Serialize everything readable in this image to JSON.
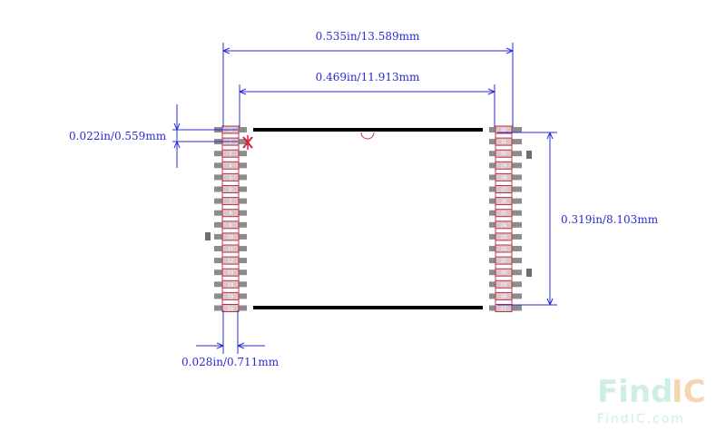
{
  "dimensions": {
    "overall_width": "0.535in/13.589mm",
    "body_width": "0.469in/11.913mm",
    "pin_pitch": "0.022in/0.559mm",
    "row_spacing": "0.319in/8.103mm",
    "pad_width": "0.028in/0.711mm"
  },
  "pins": {
    "left": [
      "1",
      "2",
      "3",
      "4",
      "5",
      "6",
      "7",
      "8",
      "9",
      "10",
      "11",
      "12",
      "13",
      "14",
      "15",
      "16"
    ],
    "right": [
      "32",
      "31",
      "30",
      "29",
      "28",
      "27",
      "26",
      "25",
      "24",
      "23",
      "22",
      "21",
      "20",
      "19",
      "18",
      "17"
    ]
  },
  "watermark": {
    "logo_find": "Find",
    "logo_ic": "IC",
    "url": "FindIC.com"
  },
  "colors": {
    "dimension": "#2b2bd6",
    "pad": "#8c8c8c",
    "pad_outline": "#c0304a",
    "body_edge": "#000000",
    "pin1_marker": "#d8203a",
    "watermark_find": "#cfeee6",
    "watermark_ic": "#f6d6b0"
  }
}
